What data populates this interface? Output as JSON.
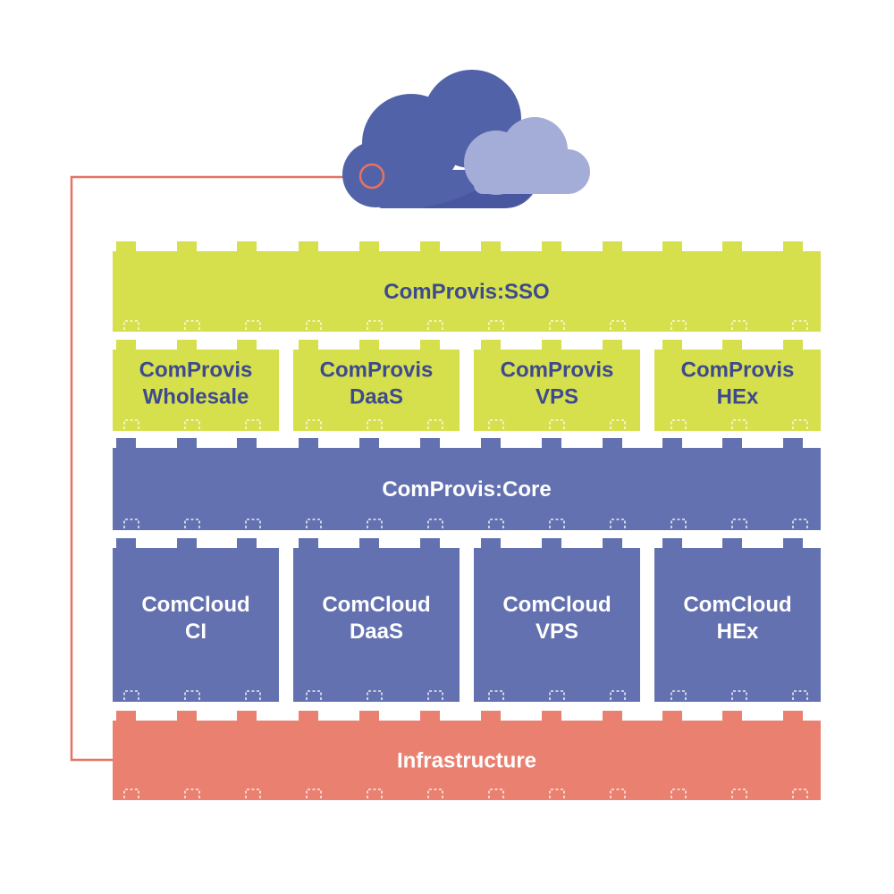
{
  "colors": {
    "lime": "#d6df4c",
    "blue": "#6471b0",
    "salmon": "#e98070",
    "text_dark": "#3d4a8f",
    "text_light": "#ffffff",
    "cloud_front": "#5262a8",
    "cloud_shadow": "#3f4e97",
    "cloud_back": "#a4acd8",
    "connector": "#e57362"
  },
  "diagram": {
    "cloud": {
      "icon": "cloud-icon"
    },
    "layers": [
      {
        "id": "sso",
        "color": "lime",
        "blocks": [
          {
            "lines": [
              "ComProvis:SSO"
            ]
          }
        ]
      },
      {
        "id": "provis",
        "color": "lime",
        "blocks": [
          {
            "lines": [
              "ComProvis",
              "Wholesale"
            ]
          },
          {
            "lines": [
              "ComProvis",
              "DaaS"
            ]
          },
          {
            "lines": [
              "ComProvis",
              "VPS"
            ]
          },
          {
            "lines": [
              "ComProvis",
              "HEx"
            ]
          }
        ]
      },
      {
        "id": "core",
        "color": "blue",
        "blocks": [
          {
            "lines": [
              "ComProvis:Core"
            ]
          }
        ]
      },
      {
        "id": "cloud",
        "color": "blue",
        "blocks": [
          {
            "lines": [
              "ComCloud",
              "CI"
            ]
          },
          {
            "lines": [
              "ComCloud",
              "DaaS"
            ]
          },
          {
            "lines": [
              "ComCloud",
              "VPS"
            ]
          },
          {
            "lines": [
              "ComCloud",
              "HEx"
            ]
          }
        ]
      },
      {
        "id": "infra",
        "color": "salmon",
        "blocks": [
          {
            "lines": [
              "Infrastructure"
            ]
          }
        ]
      }
    ]
  }
}
